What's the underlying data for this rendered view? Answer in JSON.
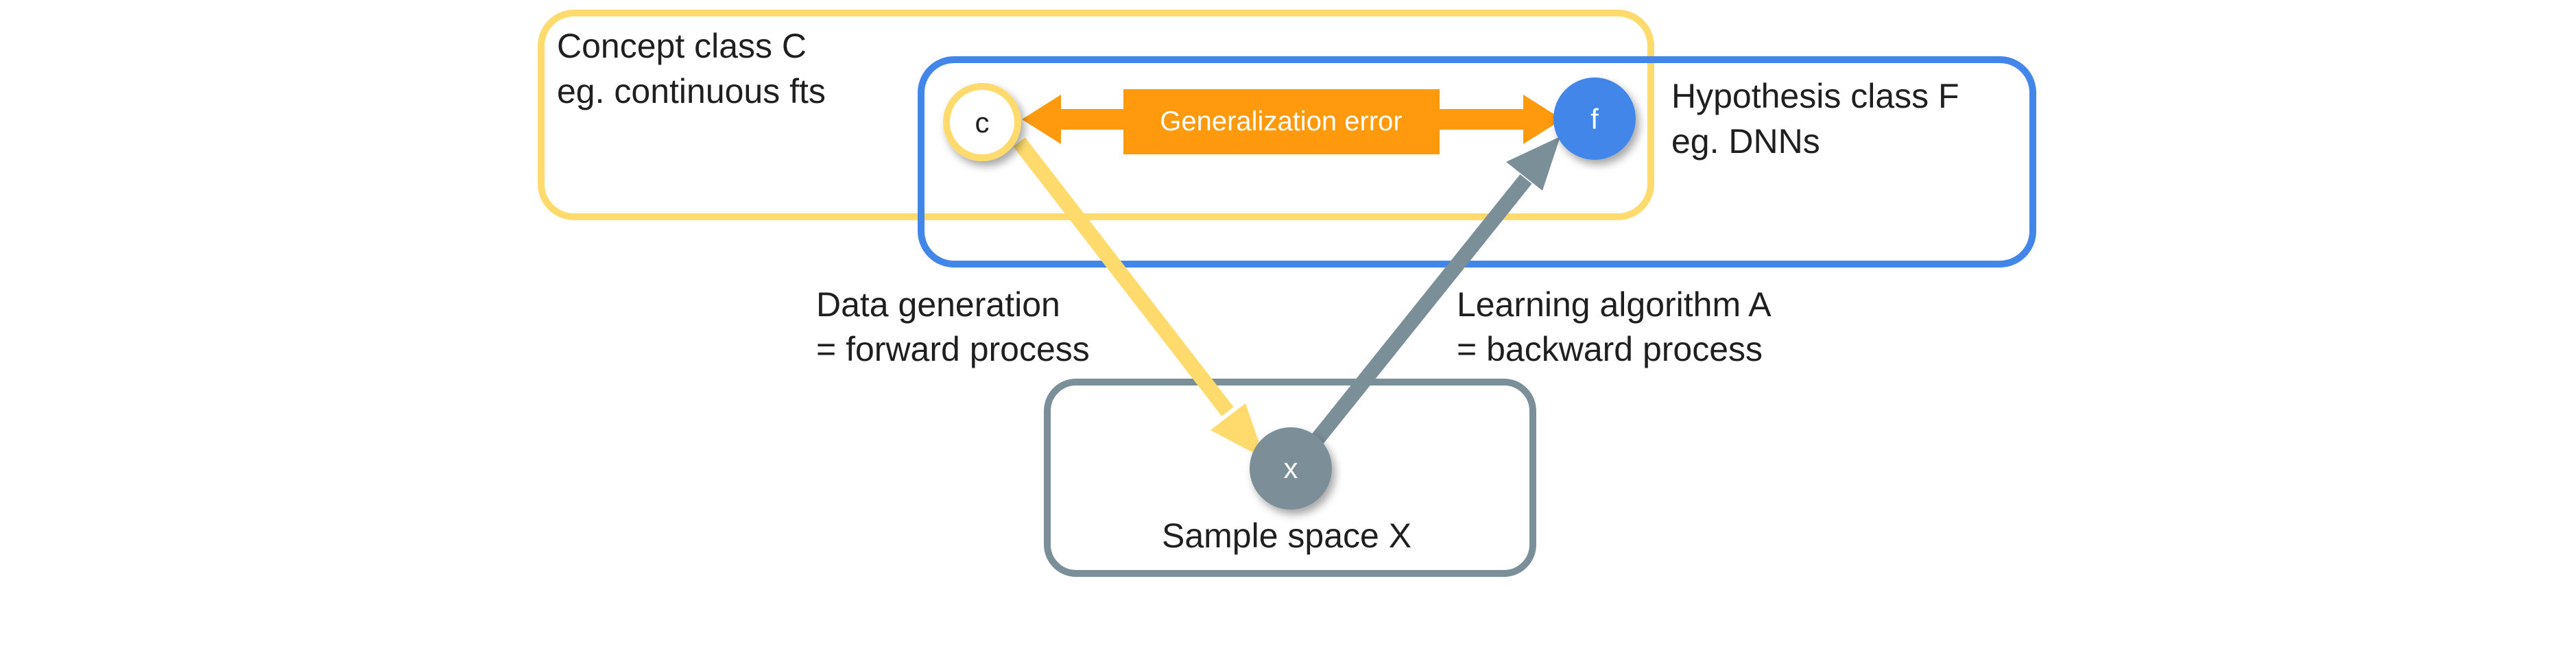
{
  "concept_class": {
    "title": "Concept class C",
    "subtitle": "eg. continuous fts",
    "color": "#FFDB6E"
  },
  "hypothesis_class": {
    "title": "Hypothesis class F",
    "subtitle": "eg. DNNs",
    "color": "#4286EA"
  },
  "sample_space": {
    "title": "Sample space X",
    "color": "#7B8F99"
  },
  "nodes": {
    "c": "c",
    "f": "f",
    "x": "x"
  },
  "generalization_error": {
    "label": "Generalization error",
    "color": "#FF9A0E"
  },
  "data_generation": {
    "line1": "Data generation",
    "line2": "= forward process"
  },
  "learning_algorithm": {
    "line1": "Learning algorithm A",
    "line2": "= backward process"
  }
}
